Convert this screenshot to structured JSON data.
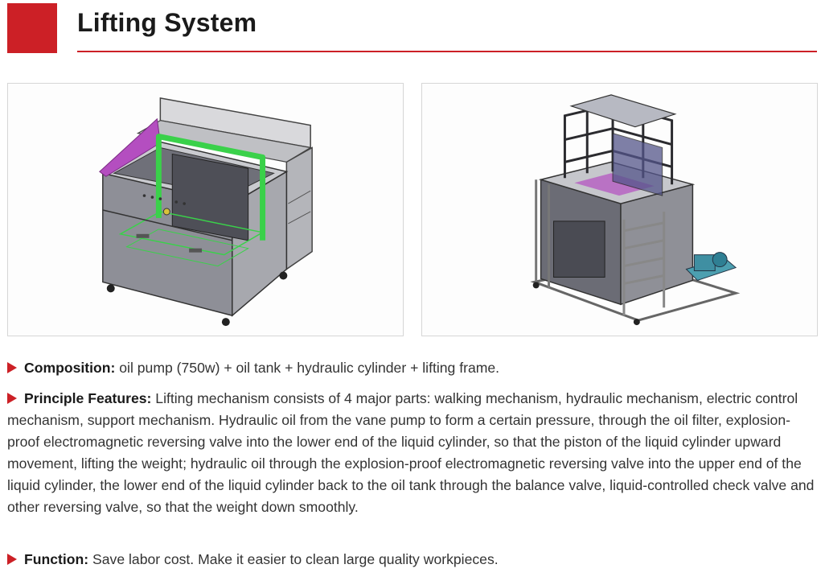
{
  "header": {
    "title": "Lifting System",
    "accent_color": "#cc2026"
  },
  "figures": [
    {
      "name": "ultrasonic-cleaning-tank-render",
      "icon": "tank-render-icon"
    },
    {
      "name": "lifting-frame-render",
      "icon": "lifting-frame-render-icon"
    }
  ],
  "sections": {
    "composition": {
      "label": "Composition:",
      "text": " oil pump (750w) + oil tank + hydraulic cylinder + lifting frame."
    },
    "principle": {
      "label": "Principle Features:",
      "text": " Lifting mechanism consists of 4 major parts: walking mechanism, hydraulic mechanism, electric control mechanism, support mechanism. Hydraulic oil from the vane pump to form a certain pressure, through the oil filter, explosion-proof electromagnetic reversing valve into the lower end of the liquid cylinder, so that the piston of the liquid cylinder upward movement, lifting the weight; hydraulic oil through the explosion-proof electromagnetic reversing valve into the upper end of the liquid cylinder, the lower end of the liquid cylinder back to the oil tank through the balance valve, liquid-controlled check valve and other reversing valve, so that the weight down smoothly."
    },
    "function": {
      "label": "Function:",
      "text": " Save labor cost. Make it easier to clean large quality workpieces."
    }
  }
}
